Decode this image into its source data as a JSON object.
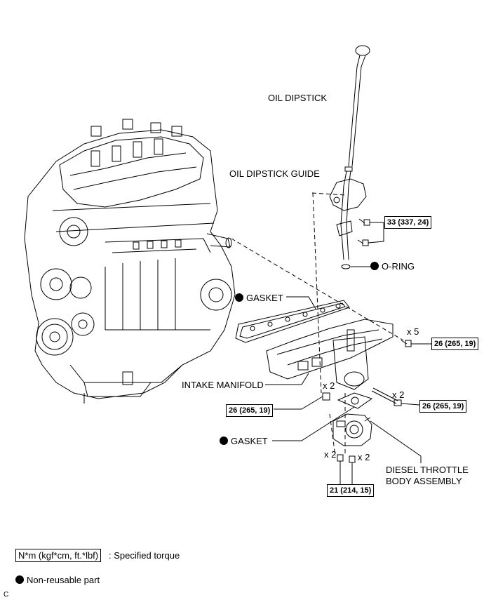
{
  "labels": {
    "oil_dipstick": "OIL DIPSTICK",
    "oil_dipstick_guide": "OIL DIPSTICK GUIDE",
    "o_ring": "O-RING",
    "gasket_upper": "GASKET",
    "intake_manifold": "INTAKE MANIFOLD",
    "gasket_lower": "GASKET",
    "throttle_line1": "DIESEL THROTTLE",
    "throttle_line2": "BODY ASSEMBLY"
  },
  "torques": {
    "dipstick_guide_bolt": "33 (337, 24)",
    "manifold_bolt": "26 (265, 19)",
    "manifold_nut": "26 (265, 19)",
    "throttle_stud_bolt": "26 (265, 19)",
    "throttle_bolt": "21 (214, 15)"
  },
  "quantities": {
    "manifold_bolts": "x 5",
    "stud_bolts": "x 2",
    "nuts": "x 2",
    "throttle_left": "x 2",
    "throttle_right": "x 2"
  },
  "legend": {
    "torque_unit": "N*m (kgf*cm, ft.*lbf)",
    "torque_text": ": Specified torque",
    "nonreusable_text": "Non-reusable part"
  },
  "corner_mark": "C"
}
